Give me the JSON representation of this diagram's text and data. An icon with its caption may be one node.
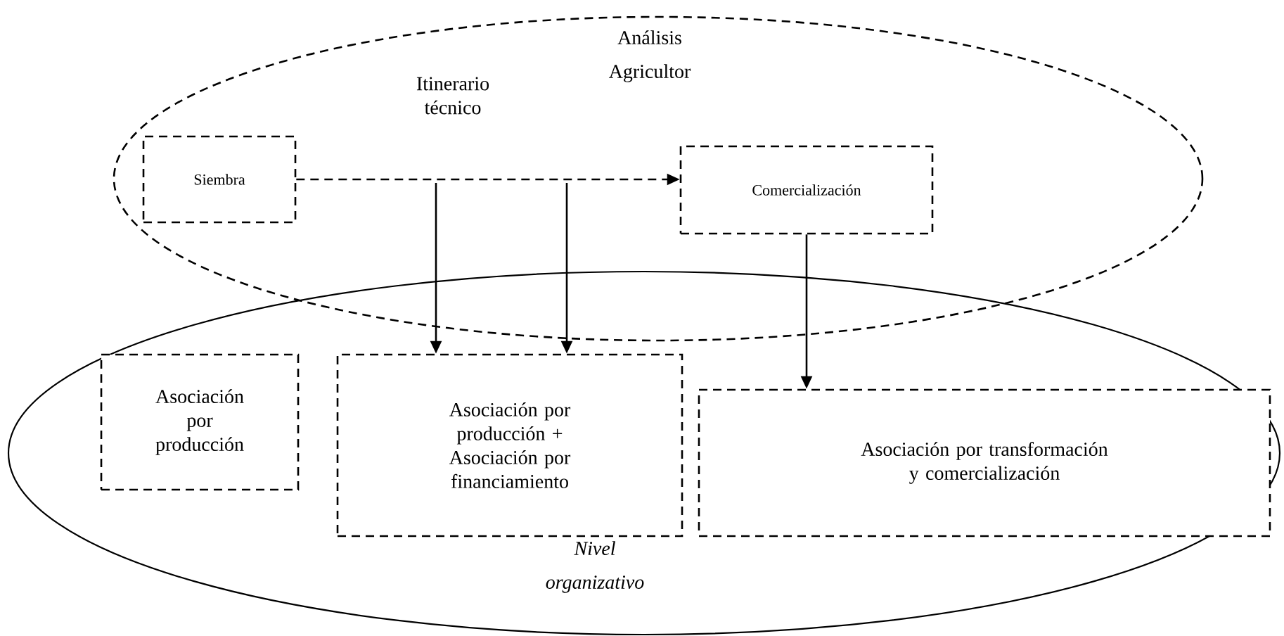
{
  "diagram": {
    "nodes": [
      {
        "text": [
          "Análisis Agricultor"
        ]
      },
      {
        "text": [
          "Siembra"
        ],
        "in": 0
      },
      {
        "text": [
          "Comercialización"
        ],
        "in": 0
      },
      {
        "text": [
          "Nivel organizativo"
        ]
      },
      {
        "text": [
          "Asociación por producción"
        ],
        "in": 3
      },
      {
        "text": [
          "Asociación por producción + Asociación por financiamiento"
        ],
        "in": 3
      },
      {
        "text": [
          "Asociación por transformación y comercialización"
        ],
        "in": 3
      }
    ],
    "edges": [
      {
        "from": 1,
        "to": 2,
        "arrow": "to",
        "style": "dashed"
      },
      {
        "from": null,
        "to": 5,
        "arrow": "to"
      },
      {
        "from": null,
        "to": 5,
        "arrow": "to"
      },
      {
        "from": 2,
        "to": 6,
        "arrow": "to"
      }
    ],
    "labels": [
      "Itinerario técnico"
    ]
  }
}
